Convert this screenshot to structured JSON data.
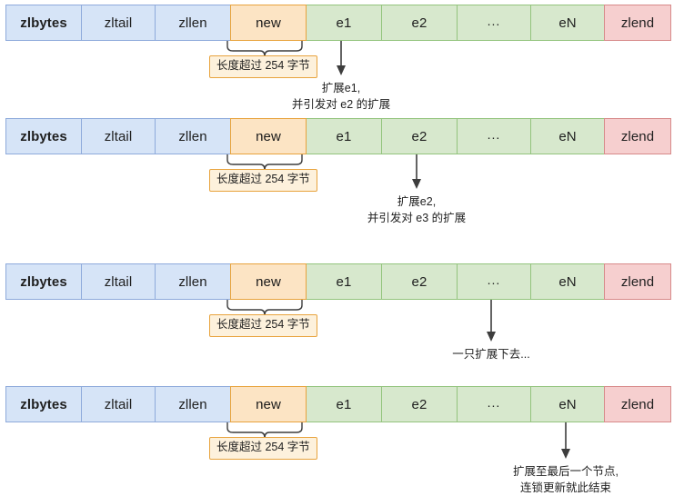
{
  "diagram": {
    "title": "ziplist cascade update",
    "colors": {
      "header_fill": "#d6e4f7",
      "header_stroke": "#8eaadb",
      "new_fill": "#fce4c4",
      "new_stroke": "#e8a33d",
      "entry_fill": "#d7e8cd",
      "entry_stroke": "#93c47d",
      "end_fill": "#f6cfcf",
      "end_stroke": "#d78a8a",
      "badge_fill": "#fdf1dc",
      "arrow": "#3d3d3d",
      "text": "#1f1f1f"
    },
    "cells": [
      {
        "label": "zlbytes",
        "kind": "blue"
      },
      {
        "label": "zltail",
        "kind": "blue"
      },
      {
        "label": "zllen",
        "kind": "blue"
      },
      {
        "label": "new",
        "kind": "orange"
      },
      {
        "label": "e1",
        "kind": "green"
      },
      {
        "label": "e2",
        "kind": "green"
      },
      {
        "label": "...",
        "kind": "green"
      },
      {
        "label": "eN",
        "kind": "green"
      },
      {
        "label": "zlend",
        "kind": "red"
      }
    ],
    "brace_badge_label": "长度超过 254 字节",
    "rows": [
      {
        "id": "row-1",
        "arrow_target": "e1",
        "caption_lines": [
          "扩展e1,",
          "并引发对 e2 的扩展"
        ]
      },
      {
        "id": "row-2",
        "arrow_target": "e2",
        "caption_lines": [
          "扩展e2,",
          "并引发对 e3 的扩展"
        ]
      },
      {
        "id": "row-3",
        "arrow_target": "...",
        "caption_lines": [
          "一只扩展下去..."
        ]
      },
      {
        "id": "row-4",
        "arrow_target": "eN",
        "caption_lines": [
          "扩展至最后一个节点,",
          "连锁更新就此结束"
        ]
      }
    ]
  }
}
